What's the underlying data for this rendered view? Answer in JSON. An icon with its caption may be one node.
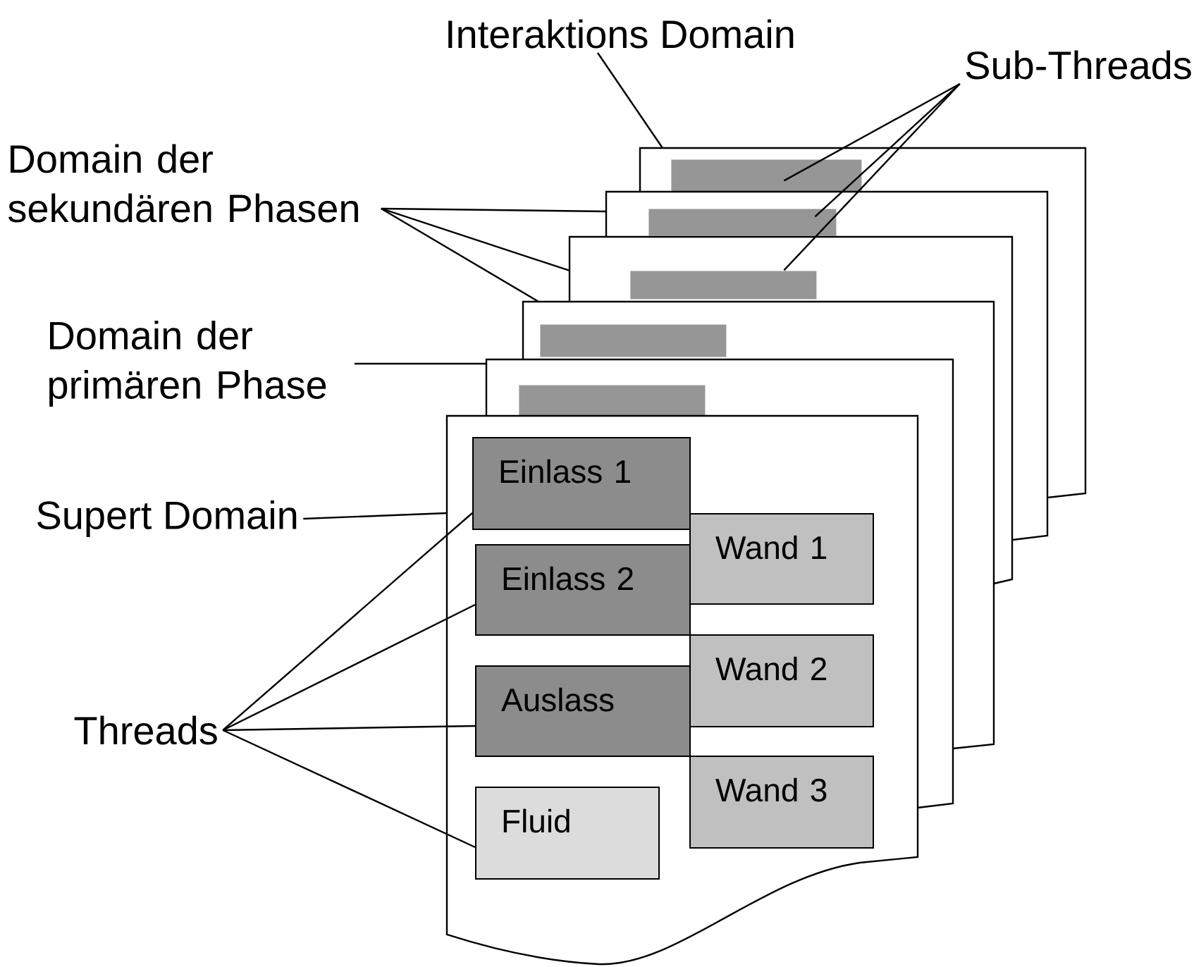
{
  "diagram": {
    "nodes": [
      {
        "text": [
          "Interaktions Domain"
        ]
      },
      {
        "text": [
          "Sub-Threads"
        ]
      },
      {
        "text": [
          "Domain der sekundären Phasen"
        ]
      },
      {
        "text": [
          "Domain der primären Phase"
        ]
      },
      {
        "text": [
          "Supert Domain"
        ]
      },
      {
        "text": [
          "Threads"
        ]
      },
      {
        "text": [],
        "shape": "box"
      },
      {
        "text": [],
        "shape": "box"
      },
      {
        "text": [],
        "shape": "box"
      },
      {
        "text": [],
        "shape": "box"
      },
      {
        "text": [],
        "shape": "box"
      },
      {
        "text": [],
        "shape": "box"
      },
      {
        "text": [],
        "shape": "bar",
        "in": 6
      },
      {
        "text": [],
        "shape": "bar",
        "in": 7
      },
      {
        "text": [],
        "shape": "bar",
        "in": 8
      },
      {
        "text": [],
        "shape": "bar",
        "in": 9
      },
      {
        "text": [],
        "shape": "bar",
        "in": 10
      },
      {
        "text": [
          "Einlass 1"
        ],
        "in": 11
      },
      {
        "text": [
          "Einlass 2"
        ],
        "in": 11
      },
      {
        "text": [
          "Auslass"
        ],
        "in": 11
      },
      {
        "text": [
          "Fluid"
        ],
        "in": 11
      },
      {
        "text": [
          "Wand 1"
        ],
        "in": 11
      },
      {
        "text": [
          "Wand 2"
        ],
        "in": 11
      },
      {
        "text": [
          "Wand 3"
        ],
        "in": 11
      }
    ],
    "edges": [
      {
        "from": 0,
        "to": 6,
        "arrow": "none"
      },
      {
        "from": 1,
        "to": 12,
        "arrow": "none"
      },
      {
        "from": 1,
        "to": 13,
        "arrow": "none"
      },
      {
        "from": 1,
        "to": 14,
        "arrow": "none"
      },
      {
        "from": 2,
        "to": 7,
        "arrow": "none"
      },
      {
        "from": 2,
        "to": 8,
        "arrow": "none"
      },
      {
        "from": 2,
        "to": 9,
        "arrow": "none"
      },
      {
        "from": 3,
        "to": 10,
        "arrow": "none"
      },
      {
        "from": 4,
        "to": 11,
        "arrow": "none"
      },
      {
        "from": 5,
        "to": 17,
        "arrow": "none"
      },
      {
        "from": 5,
        "to": 18,
        "arrow": "none"
      },
      {
        "from": 5,
        "to": 19,
        "arrow": "none"
      },
      {
        "from": 5,
        "to": 20,
        "arrow": "none"
      }
    ]
  }
}
